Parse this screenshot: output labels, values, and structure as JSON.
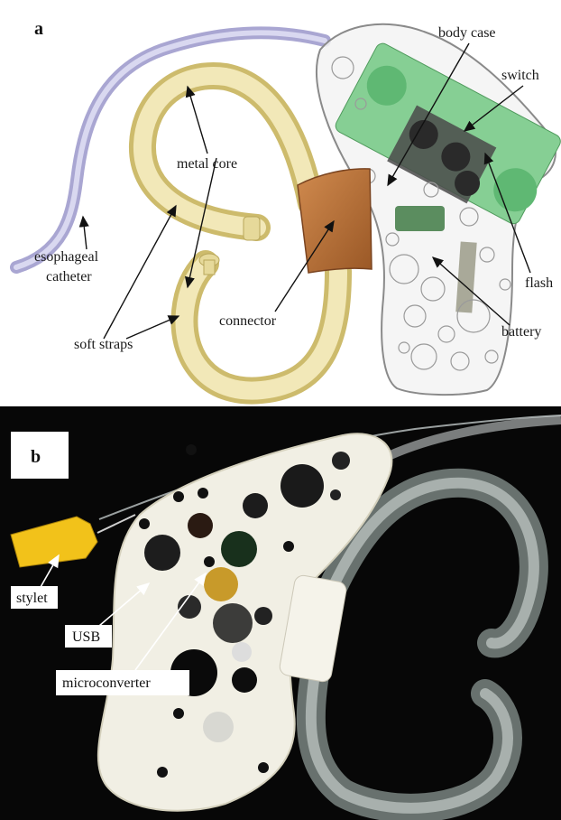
{
  "panel_a": {
    "letter": "a",
    "labels": {
      "body_case": "body case",
      "switch": "switch",
      "metal_core": "metal core",
      "esophageal_1": "esophageal",
      "esophageal_2": "catheter",
      "soft_straps": "soft straps",
      "connector": "connector",
      "flash": "flash",
      "battery": "battery"
    }
  },
  "panel_b": {
    "letter": "b",
    "labels": {
      "stylet": "stylet",
      "usb": "USB",
      "microconverter": "microconverter"
    }
  },
  "colors": {
    "strap": "#e8dca0",
    "catheter": "#c8c6e6",
    "connector": "#b8703a",
    "pcb_green": "#7cc98a",
    "chip": "#3a3a3a",
    "case_outline": "#8a8a8a",
    "printed_case": "#f1efe4",
    "stylet_handle": "#f2c21a"
  }
}
